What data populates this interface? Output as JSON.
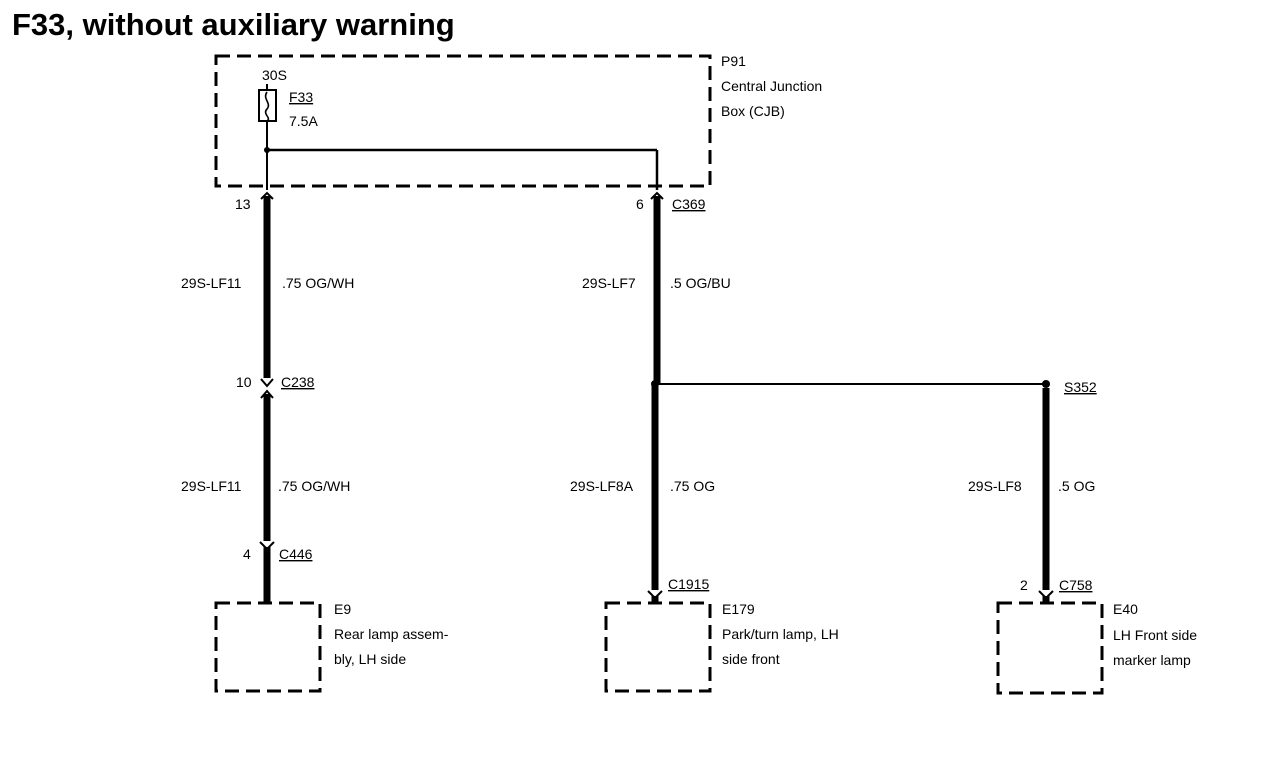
{
  "title": "F33, without auxiliary warning",
  "cjb": {
    "id": "P91",
    "name_line1": "Central Junction",
    "name_line2": "Box (CJB)",
    "feed": "30S",
    "fuse_id": "F33",
    "fuse_rating": "7.5A",
    "connector": "C369",
    "pin_left": "13",
    "pin_right": "6"
  },
  "circuits": {
    "lf11_upper": {
      "circuit": "29S-LF11",
      "spec": ".75 OG/WH"
    },
    "lf7": {
      "circuit": "29S-LF7",
      "spec": ".5 OG/BU"
    },
    "lf11_lower": {
      "circuit": "29S-LF11",
      "spec": ".75 OG/WH"
    },
    "lf8a": {
      "circuit": "29S-LF8A",
      "spec": ".75 OG"
    },
    "lf8": {
      "circuit": "29S-LF8",
      "spec": ".5 OG"
    }
  },
  "connectors": {
    "c238": {
      "id": "C238",
      "pin": "10"
    },
    "c446": {
      "id": "C446",
      "pin": "4"
    },
    "c1915": {
      "id": "C1915"
    },
    "c758": {
      "id": "C758",
      "pin": "2"
    },
    "s352": {
      "id": "S352"
    }
  },
  "components": {
    "e9": {
      "id": "E9",
      "line1": "Rear lamp assem-",
      "line2": "bly, LH side"
    },
    "e179": {
      "id": "E179",
      "line1": "Park/turn lamp, LH",
      "line2": "side front"
    },
    "e40": {
      "id": "E40",
      "line1": "LH Front side",
      "line2": "marker lamp"
    }
  }
}
